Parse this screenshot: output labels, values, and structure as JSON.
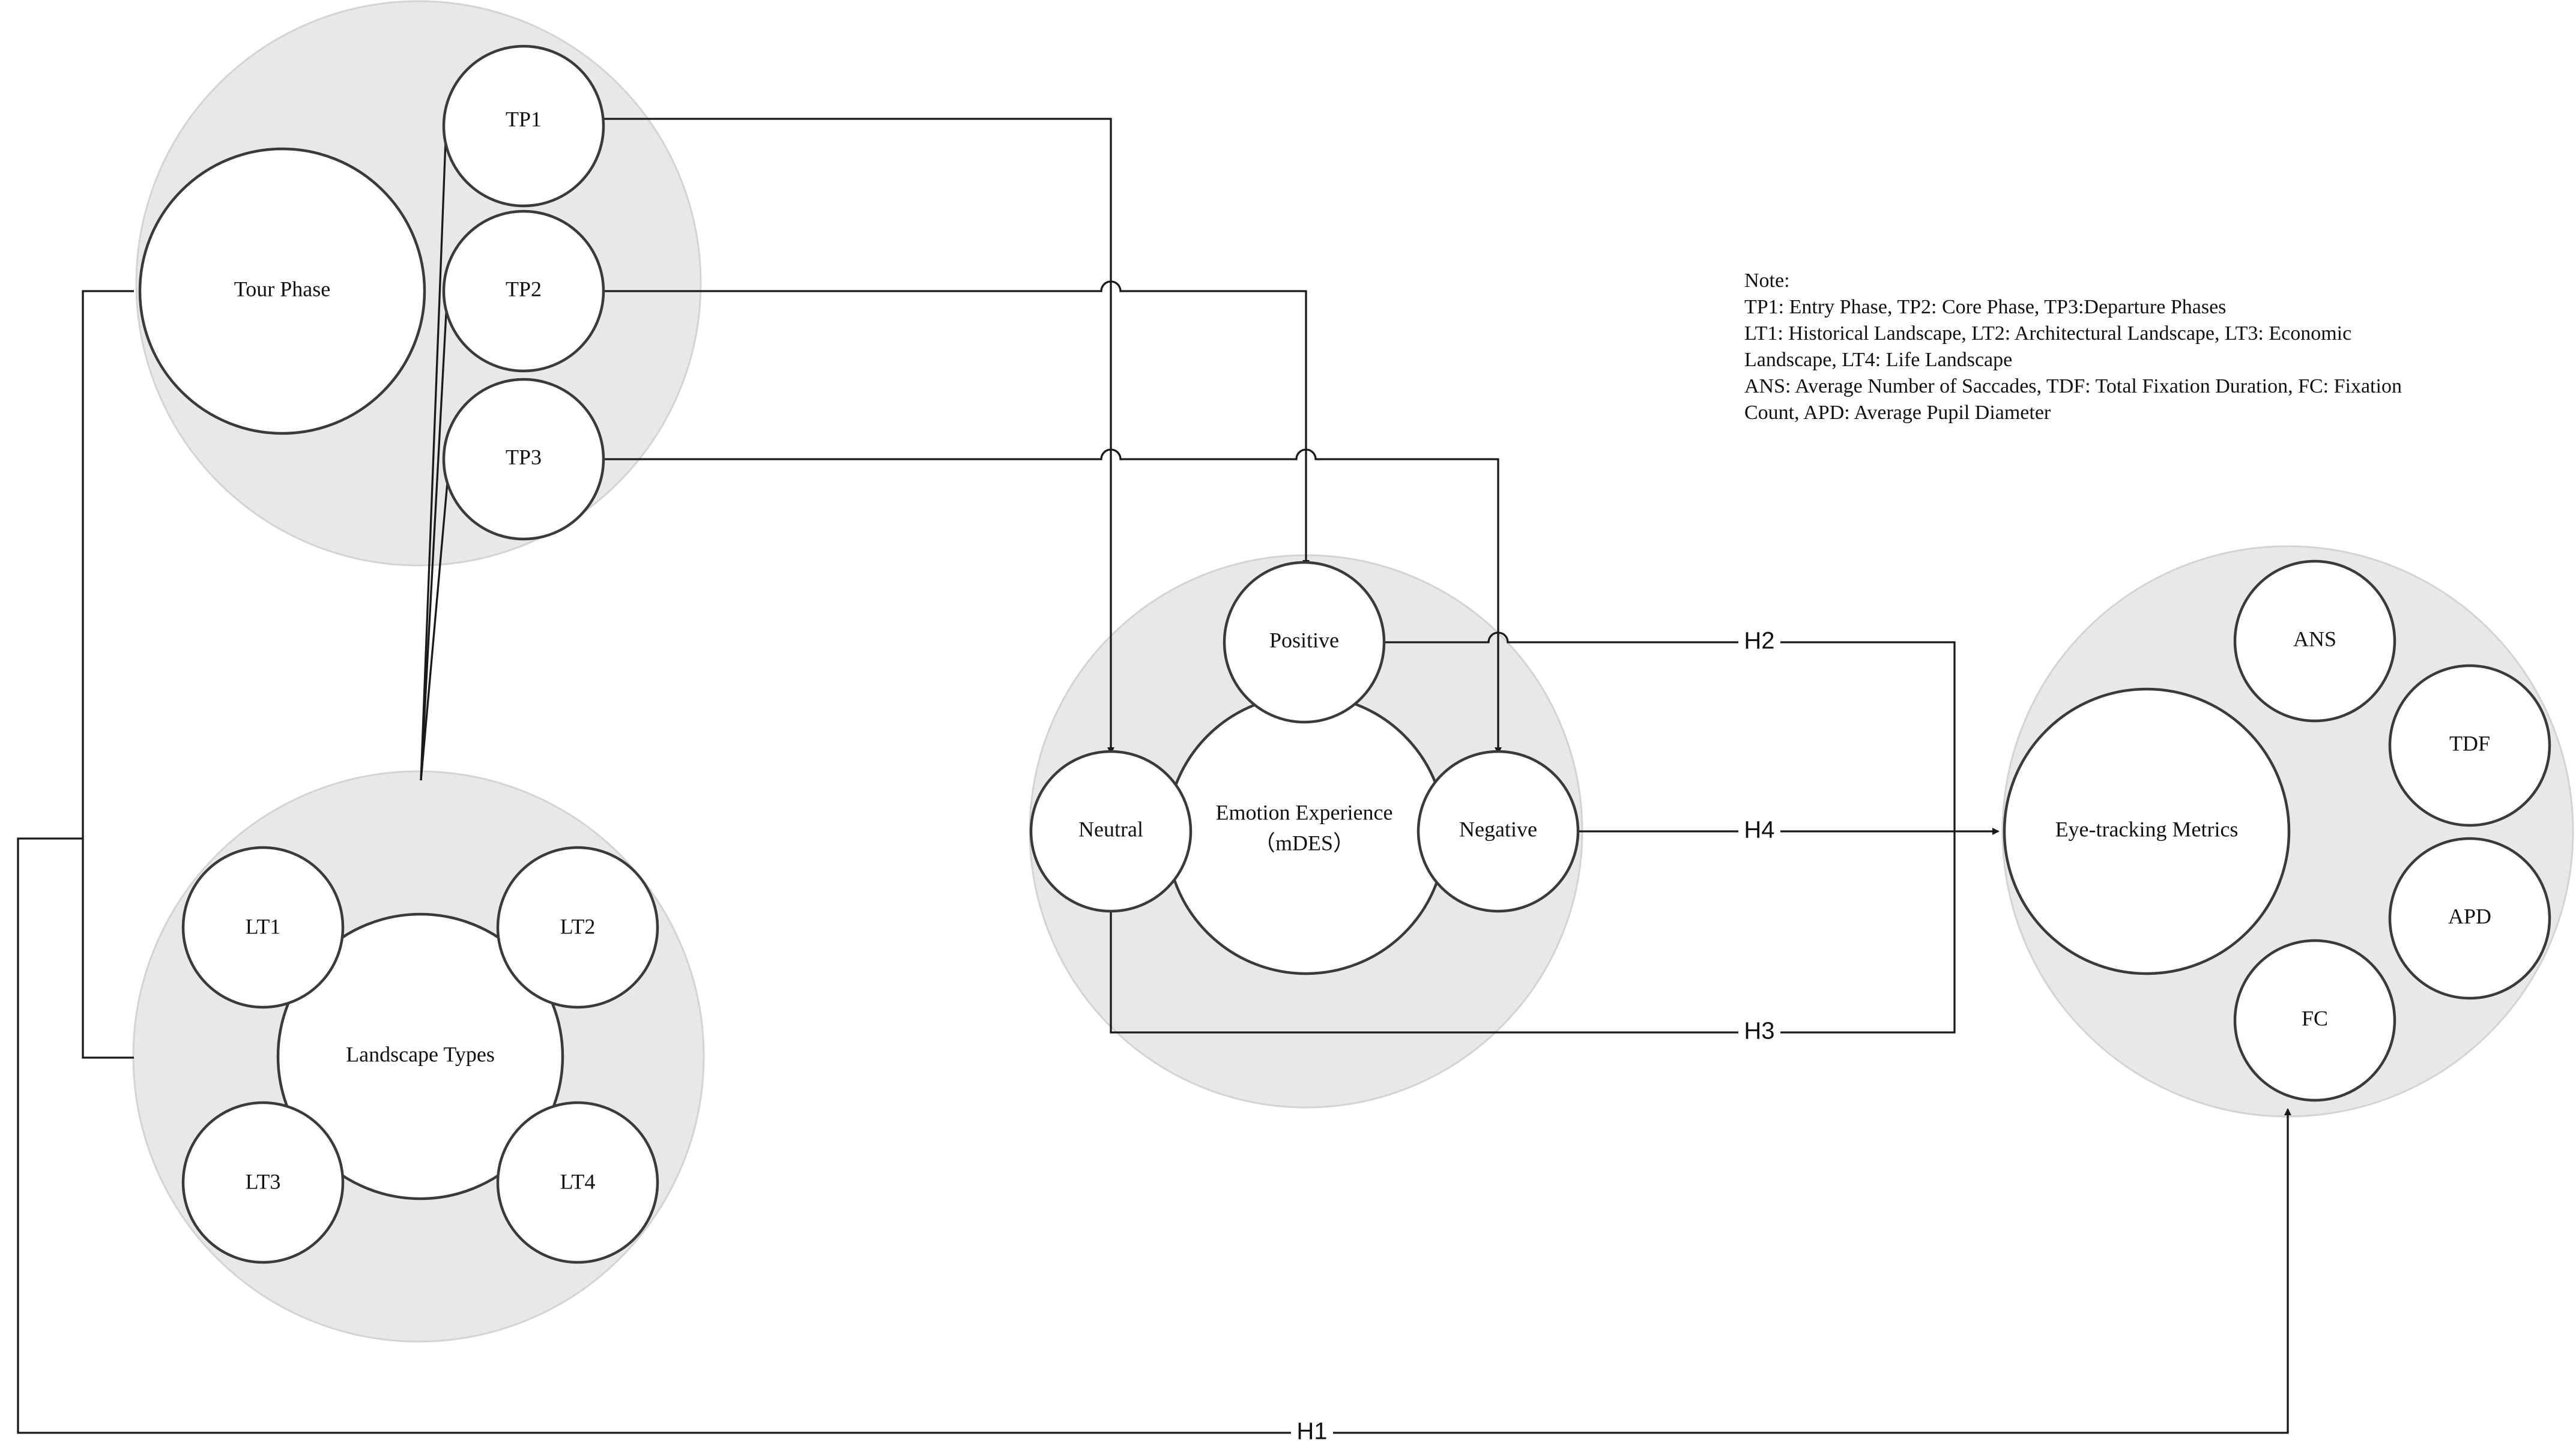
{
  "diagram": {
    "groups": {
      "tour_phase": {
        "main": "Tour Phase",
        "items": [
          "TP1",
          "TP2",
          "TP3"
        ]
      },
      "landscape_types": {
        "main": "Landscape Types",
        "items": [
          "LT1",
          "LT2",
          "LT3",
          "LT4"
        ]
      },
      "emotion": {
        "main_line1": "Emotion Experience",
        "main_line2": "（mDES）",
        "positive": "Positive",
        "neutral": "Neutral",
        "negative": "Negative"
      },
      "eye_tracking": {
        "main": "Eye-tracking Metrics",
        "items": [
          "ANS",
          "TDF",
          "APD",
          "FC"
        ]
      }
    },
    "hypotheses": {
      "h1": "H1",
      "h2": "H2",
      "h3": "H3",
      "h4": "H4"
    },
    "note": {
      "lines": [
        "Note:",
        "TP1: Entry Phase, TP2: Core Phase, TP3:Departure Phases",
        "LT1: Historical Landscape, LT2: Architectural Landscape, LT3: Economic",
        "Landscape, LT4: Life Landscape",
        "ANS: Average Number of Saccades, TDF: Total Fixation Duration, FC: Fixation",
        "Count, APD: Average Pupil Diameter"
      ]
    }
  }
}
